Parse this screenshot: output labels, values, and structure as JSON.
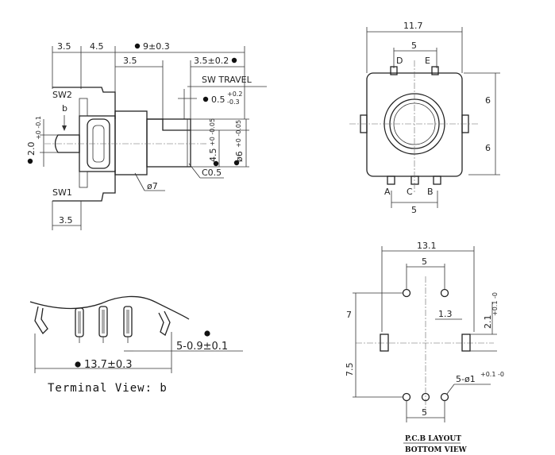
{
  "side_view": {
    "dim_3_5_left": "3.5",
    "dim_4_5": "4.5",
    "dim_9": "9±0.3",
    "dim_3_5_mid": "3.5",
    "dim_3_5_right": "3.5±0.2",
    "sw_travel": "SW TRAVEL",
    "travel_base": "0.5",
    "travel_sup": "+0.2",
    "travel_sub": "-0.3",
    "sw2": "SW2",
    "b_marker": "b",
    "sw1": "SW1",
    "dim_2_0": "2.0",
    "dim_2_0_tol": "+0 -0.1",
    "dim_4_5_v": "4.5",
    "dim_4_5_v_tol": "+0 -0.05",
    "dim_phi6": "ø6",
    "dim_phi6_tol": "+0 -0.05",
    "c05": "C0.5",
    "phi7": "ø7",
    "dim_3_5_bottom": "3.5"
  },
  "front_view": {
    "dim_11_7": "11.7",
    "dim_5_top": "5",
    "pin_d": "D",
    "pin_e": "E",
    "dim_6_upper": "6",
    "dim_6_lower": "6",
    "pin_a": "A",
    "pin_c": "C",
    "pin_b": "B",
    "dim_5_bottom": "5"
  },
  "terminal_view": {
    "pin_dim": "5-0.9±0.1",
    "width_dim": "13.7±0.3",
    "caption": "Terminal View: b"
  },
  "pcb_layout": {
    "dim_13_1": "13.1",
    "dim_5_top": "5",
    "dim_7": "7",
    "dim_1_3": "1.3",
    "dim_2_1": "2.1",
    "dim_2_1_tol": "+0.1 -0",
    "dim_7_5": "7.5",
    "hole_dim": "5-ø1",
    "hole_tol": "+0.1 -0",
    "dim_5_bottom": "5",
    "title_1": "P.C.B LAYOUT",
    "title_2": "BOTTOM VIEW"
  }
}
